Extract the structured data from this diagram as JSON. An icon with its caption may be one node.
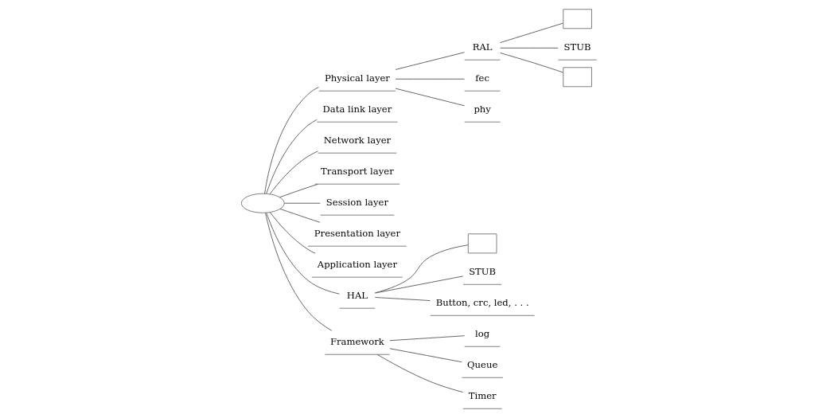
{
  "diagram": {
    "nodes": [
      {
        "text": [],
        "shape": "ellipse"
      },
      {
        "text": [
          "Physical layer"
        ]
      },
      {
        "text": [
          "RAL"
        ]
      },
      {
        "text": [],
        "shape": "box"
      },
      {
        "text": [
          "STUB"
        ]
      },
      {
        "text": [],
        "shape": "box"
      },
      {
        "text": [
          "fec"
        ]
      },
      {
        "text": [
          "phy"
        ]
      },
      {
        "text": [
          "Data link layer"
        ]
      },
      {
        "text": [
          "Network layer"
        ]
      },
      {
        "text": [
          "Transport layer"
        ]
      },
      {
        "text": [
          "Session layer"
        ]
      },
      {
        "text": [
          "Presentation layer"
        ]
      },
      {
        "text": [
          "Application layer"
        ]
      },
      {
        "text": [
          "HAL"
        ]
      },
      {
        "text": [],
        "shape": "box"
      },
      {
        "text": [
          "STUB"
        ]
      },
      {
        "text": [
          "Button, crc, led, . . ."
        ]
      },
      {
        "text": [
          "Framework"
        ]
      },
      {
        "text": [
          "log"
        ]
      },
      {
        "text": [
          "Queue"
        ]
      },
      {
        "text": [
          "Timer"
        ]
      }
    ],
    "edges": [
      {
        "from": 0,
        "to": 1,
        "arrow": "none"
      },
      {
        "from": 1,
        "to": 2,
        "arrow": "none"
      },
      {
        "from": 2,
        "to": 3,
        "arrow": "none"
      },
      {
        "from": 2,
        "to": 4,
        "arrow": "none"
      },
      {
        "from": 2,
        "to": 5,
        "arrow": "none"
      },
      {
        "from": 1,
        "to": 6,
        "arrow": "none"
      },
      {
        "from": 1,
        "to": 7,
        "arrow": "none"
      },
      {
        "from": 0,
        "to": 8,
        "arrow": "none"
      },
      {
        "from": 0,
        "to": 9,
        "arrow": "none"
      },
      {
        "from": 0,
        "to": 10,
        "arrow": "none"
      },
      {
        "from": 0,
        "to": 11,
        "arrow": "none"
      },
      {
        "from": 0,
        "to": 12,
        "arrow": "none"
      },
      {
        "from": 0,
        "to": 13,
        "arrow": "none"
      },
      {
        "from": 0,
        "to": 14,
        "arrow": "none"
      },
      {
        "from": 14,
        "to": 15,
        "arrow": "none"
      },
      {
        "from": 14,
        "to": 16,
        "arrow": "none"
      },
      {
        "from": 14,
        "to": 17,
        "arrow": "none"
      },
      {
        "from": 0,
        "to": 18,
        "arrow": "none"
      },
      {
        "from": 18,
        "to": 19,
        "arrow": "none"
      },
      {
        "from": 18,
        "to": 20,
        "arrow": "none"
      },
      {
        "from": 18,
        "to": 21,
        "arrow": "none"
      }
    ]
  }
}
